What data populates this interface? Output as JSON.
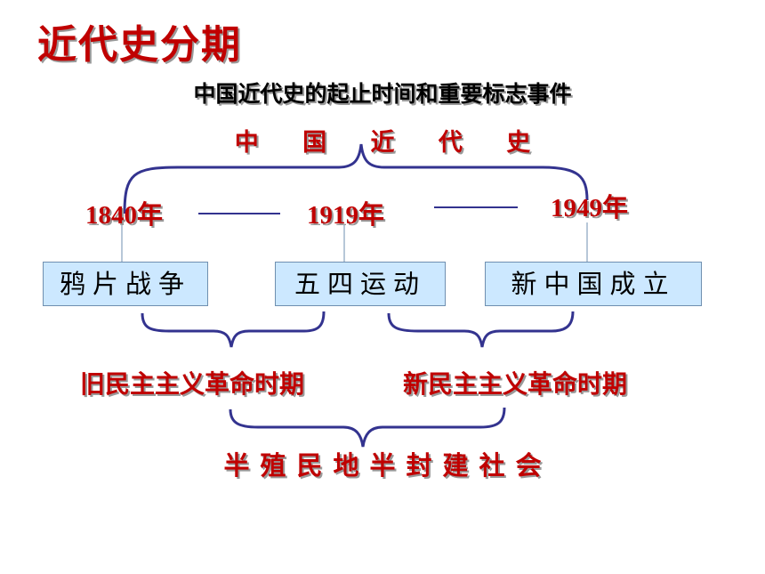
{
  "title": "近代史分期",
  "subtitle": "中国近代史的起止时间和重要标志事件",
  "heading": "中 国 近 代 史",
  "years": [
    "1840年",
    "1919年",
    "1949年"
  ],
  "events": [
    "鸦片战争",
    "五四运动",
    "新中国成立"
  ],
  "periods": [
    "旧民主主义革命时期",
    "新民主主义革命时期"
  ],
  "society": "半殖民地半封建社会",
  "colors": {
    "text_red": "#c00000",
    "bracket_blue": "#33338f",
    "box_fill": "#cce8ff",
    "box_border": "#6f8fb0"
  }
}
